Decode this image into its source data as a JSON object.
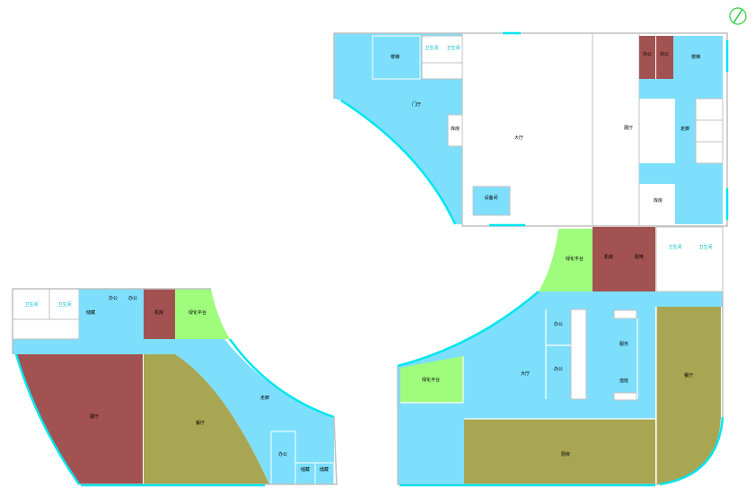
{
  "colors": {
    "corridor": "#7ddffc",
    "brown": "#a35252",
    "olive": "#a8a652",
    "green": "#a0fc7c",
    "wall": "#c0c0c0",
    "glass": "#00e5ee"
  },
  "north_arrow": {
    "icon": "north-arrow-icon"
  },
  "top_building": {
    "lobby": "门厅",
    "hall": "大厅",
    "hall2": "展厅",
    "stair_a": "楼梯",
    "stair_b": "楼梯",
    "toilet_a": "卫生间",
    "toilet_b": "卫生间",
    "office_a": "办公",
    "office_b": "办公",
    "store_a": "库房",
    "store_b": "库房",
    "corridor": "走廊",
    "equip": "设备间"
  },
  "middle_building": {
    "green_a": "绿化平台",
    "green_b": "绿化平台",
    "brown_a": "机房",
    "brown_b": "配电",
    "toilet_a": "卫生间",
    "toilet_b": "卫生间",
    "hall": "大厅",
    "office_a": "办公",
    "office_b": "办公",
    "office_c": "服务",
    "office_d": "值班",
    "olive_a": "餐厅",
    "olive_b": "厨房"
  },
  "left_building": {
    "toilet_a": "卫生间",
    "toilet_b": "卫生间",
    "room_a": "储藏",
    "room_b": "办公",
    "room_c": "办公",
    "brown_room": "机房",
    "green_room": "绿化平台",
    "brown_big": "展厅",
    "olive_big": "餐厅",
    "corridor": "走廊",
    "room_d": "办公",
    "room_e": "储藏",
    "room_f": "储藏"
  }
}
